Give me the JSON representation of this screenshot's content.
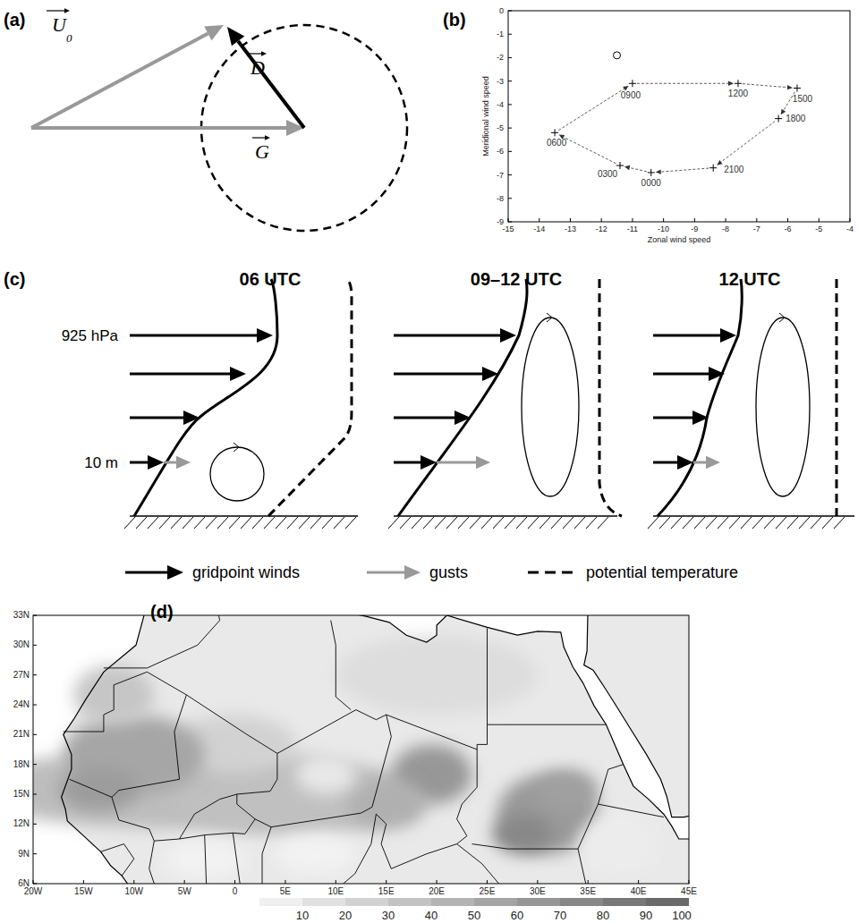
{
  "diagram": {
    "labels": [
      "(a)",
      "U",
      "0",
      "G",
      "D",
      "(b)",
      "0",
      "-1",
      "-2",
      "-3",
      "-4",
      "-5",
      "-6",
      "-7",
      "-8",
      "-9",
      "-15",
      "-14",
      "-13",
      "-12",
      "-11",
      "-10",
      "-9",
      "-8",
      "-7",
      "-6",
      "-5",
      "-4",
      "Meridional wind speed",
      "Zonal wind speed",
      "0900",
      "1200",
      "1500",
      "1800",
      "2100",
      "0000",
      "0300",
      "0600",
      "(c)",
      "06 UTC",
      "09–12 UTC",
      "12 UTC",
      "925 hPa",
      "10 m",
      "(d)",
      "33N",
      "30N",
      "27N",
      "24N",
      "21N",
      "18N",
      "15N",
      "12N",
      "9N",
      "6N",
      "20W",
      "15W",
      "10W",
      "5W",
      "0",
      "5E",
      "10E",
      "15E",
      "20E",
      "25E",
      "30E",
      "35E",
      "40E",
      "45E",
      "10",
      "20",
      "30",
      "40",
      "50",
      "60",
      "70",
      "80",
      "90",
      "100"
    ],
    "legend": [
      {
        "text": "gridpoint winds"
      },
      {
        "text": "gusts"
      },
      {
        "text": "potential temperature"
      }
    ]
  }
}
